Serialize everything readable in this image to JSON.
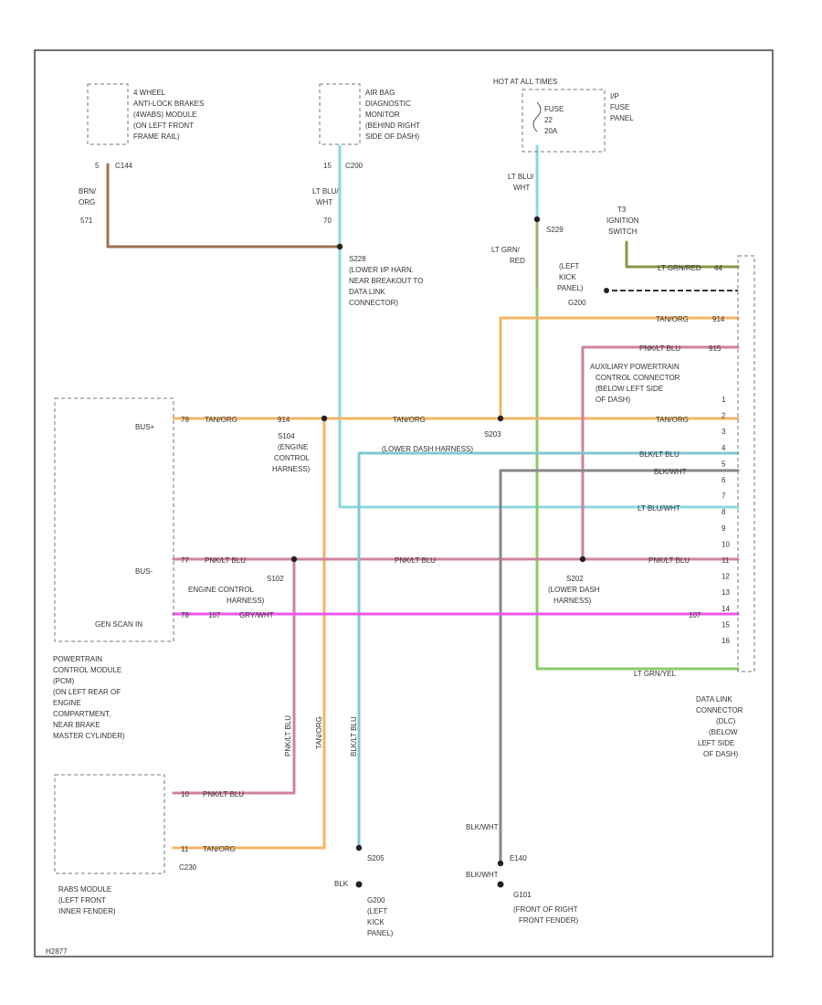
{
  "components": {
    "abs_module": [
      "4 WHEEL",
      "ANTI-LOCK BRAKES",
      "(4WABS) MODULE",
      "(ON LEFT FRONT",
      "FRAME RAIL)"
    ],
    "airbag_monitor": [
      "AIR BAG",
      "DIAGNOSTIC",
      "MONITOR",
      "(BEHIND RIGHT",
      "SIDE OF DASH)"
    ],
    "hot_label": "HOT AT ALL TIMES",
    "fuse": [
      "FUSE",
      "22",
      "20A"
    ],
    "fuse_panel": [
      "I/P",
      "FUSE",
      "PANEL"
    ],
    "ignition_switch": [
      "T3",
      "IGNITION",
      "SWITCH"
    ],
    "pcm": [
      "POWERTRAIN",
      "CONTROL MODULE",
      "(PCM)",
      "(ON LEFT REAR OF",
      "ENGINE",
      "COMPARTMENT,",
      "NEAR BRAKE",
      "MASTER CYLINDER)"
    ],
    "rabs_module": [
      "RABS MODULE",
      "(LEFT FRONT",
      "INNER FENDER)"
    ],
    "dlc": [
      "DATA LINK",
      "CONNECTOR",
      "(DLC)",
      "(BELOW",
      "LEFT SIDE",
      "OF DASH)"
    ],
    "aux_connector": [
      "AUXILIARY POWERTRAIN",
      "CONTROL CONNECTOR",
      "(BELOW LEFT SIDE",
      "OF DASH)"
    ]
  },
  "connectors": {
    "c144": "C144",
    "c144_pin": "5",
    "c200": "C200",
    "c200_pin": "15",
    "c230": "C230"
  },
  "splices": {
    "s228": [
      "S228",
      "(LOWER I/P HARN.",
      "NEAR BREAKOUT TO",
      "DATA LINK",
      "CONNECTOR)"
    ],
    "s104": [
      "S104",
      "(ENGINE",
      "CONTROL",
      "HARNESS)"
    ],
    "s203": "S203",
    "s203_desc": "(LOWER DASH HARNESS)",
    "s102": [
      "S102",
      "ENGINE CONTROL",
      "HARNESS)"
    ],
    "s202": [
      "S202",
      "(LOWER DASH",
      "HARNESS)"
    ],
    "s205": "S205",
    "s229": "S229",
    "s229_loc": [
      "(LEFT",
      "KICK",
      "PANEL)",
      "G200"
    ],
    "e140": "E140"
  },
  "grounds": {
    "g200": [
      "G200",
      "(LEFT",
      "KICK",
      "PANEL)"
    ],
    "g101": [
      "G101",
      "(FRONT OF RIGHT",
      "FRONT FENDER)"
    ]
  },
  "wires": {
    "brn_org": [
      "BRN/",
      "ORG",
      "571"
    ],
    "lt_blu_wht_1": [
      "LT BLU/",
      "WHT",
      "70"
    ],
    "lt_blu_wht_2": [
      "LT BLU/",
      "WHT"
    ],
    "lt_grn_red": [
      "LT GRN/",
      "RED"
    ],
    "lt_grn_red_tag": "LT GRN/RED",
    "tan_org": "TAN/ORG",
    "tan_org_num": "914",
    "pnk_lt_blu": "PNK/LT BLU",
    "pnk_lt_blu_num": "915",
    "blk_lt_blu": "BLK/LT BLU",
    "blk_wht": "BLK/WHT",
    "lt_blu_wht_tag": "LT BLU/WHT",
    "wire_107": "107",
    "gry_wht": "GRY/WHT",
    "lt_grn_yel": "LT GRN/YEL",
    "blk": "BLK"
  },
  "pins": {
    "pcm_bus_plus_label": "BUS+",
    "pcm_bus_plus_pin": "79",
    "pcm_bus_minus_label": "BUS-",
    "pcm_bus_minus_pin": "77",
    "pcm_gen_label": "GEN SCAN IN",
    "pcm_gen_pin": "78",
    "rabs_pin_a": "10",
    "rabs_pin_b": "11",
    "ign_pin": "44",
    "dlc_pins": [
      "1",
      "2",
      "3",
      "4",
      "5",
      "6",
      "7",
      "8",
      "9",
      "10",
      "11",
      "12",
      "13",
      "14",
      "15",
      "16"
    ]
  },
  "footer": {
    "code": "H2877"
  },
  "colors": {
    "brn_org": "#a07050",
    "lt_blu_wht": "#8ad8e0",
    "lt_grn_red": "#a0b070",
    "tan_org": "#f3b565",
    "pnk_lt_blu": "#d080a0",
    "blk_lt_blu": "#80c8d0",
    "blk_wht": "#888888",
    "gry_wht": "#ee55ee",
    "lt_grn_yel": "#88cc66",
    "ign_wire": "#889944"
  }
}
